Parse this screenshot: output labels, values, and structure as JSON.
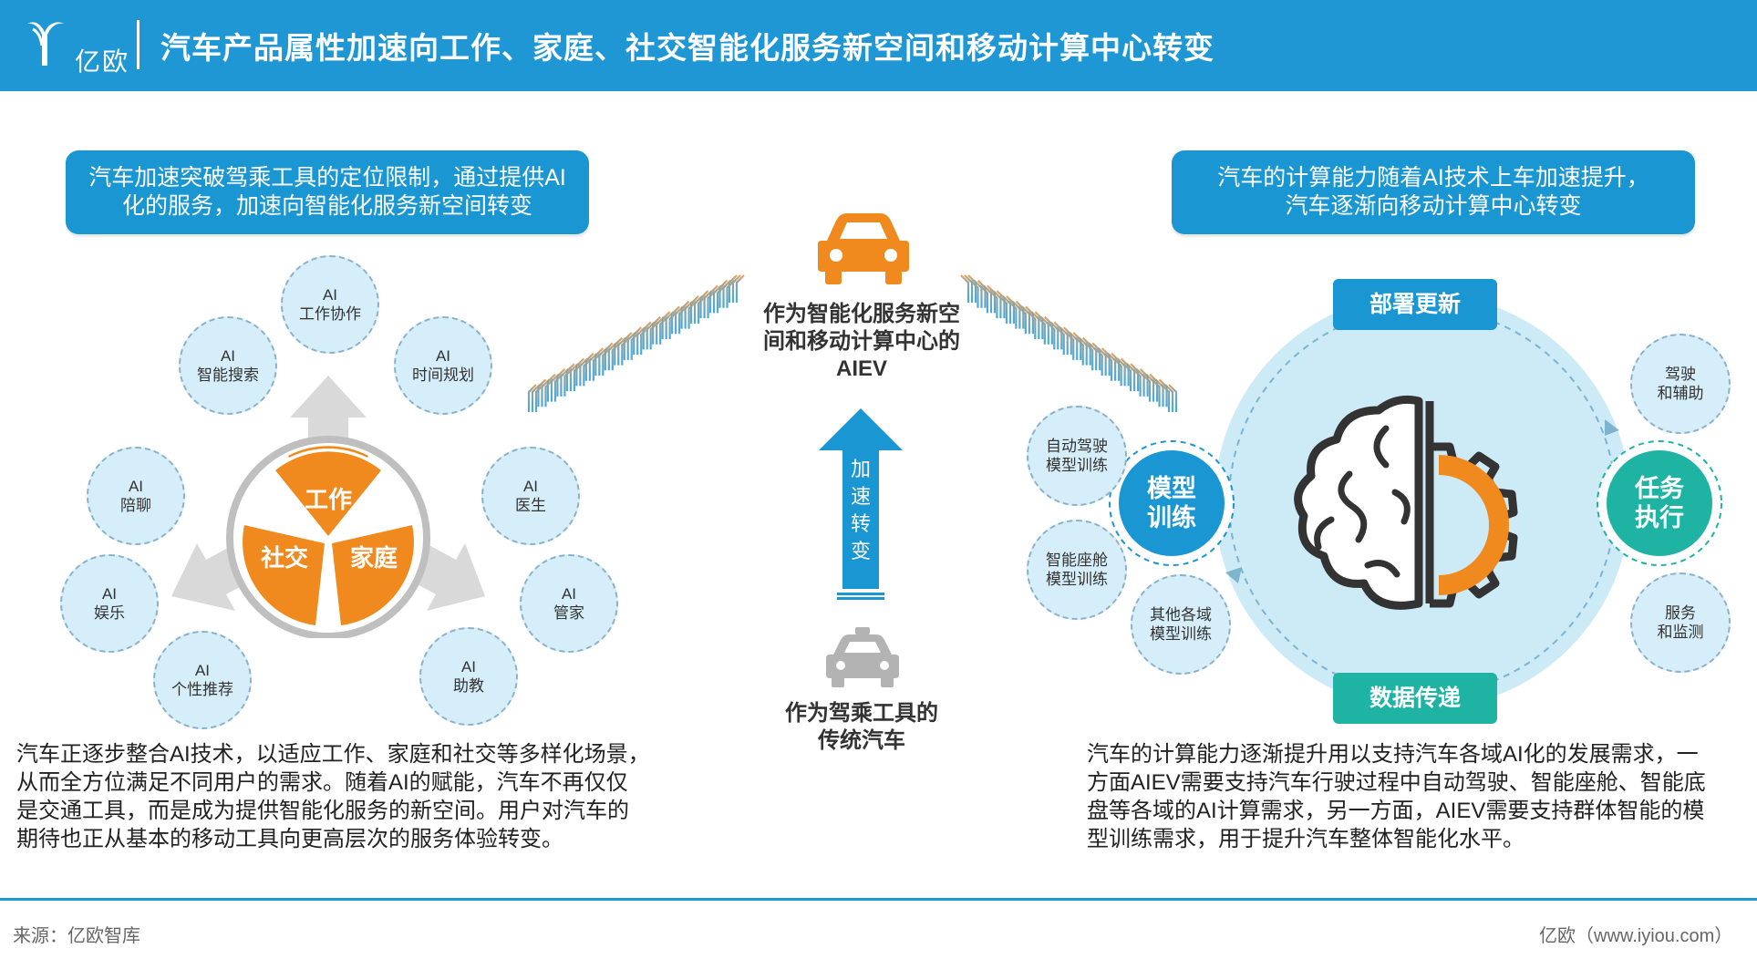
{
  "header": {
    "logo_text": "亿欧",
    "title": "汽车产品属性加速向工作、家庭、社交智能化服务新空间和移动计算中心转变"
  },
  "left": {
    "banner": [
      "汽车加速突破驾乘工具的定位限制，通过提供AI",
      "化的服务，加速向智能化服务新空间转变"
    ],
    "core": {
      "work": "工作",
      "social": "社交",
      "family": "家庭"
    },
    "bubbles": [
      {
        "l1": "AI",
        "l2": "工作协作"
      },
      {
        "l1": "AI",
        "l2": "智能搜索"
      },
      {
        "l1": "AI",
        "l2": "时间规划"
      },
      {
        "l1": "AI",
        "l2": "陪聊"
      },
      {
        "l1": "AI",
        "l2": "医生"
      },
      {
        "l1": "AI",
        "l2": "娱乐"
      },
      {
        "l1": "AI",
        "l2": "管家"
      },
      {
        "l1": "AI",
        "l2": "个性推荐"
      },
      {
        "l1": "AI",
        "l2": "助教"
      }
    ],
    "paragraph": [
      "汽车正逐步整合AI技术，以适应工作、家庭和社交等多样化场景，",
      "从而全方位满足不同用户的需求。随着AI的赋能，汽车不再仅仅",
      "是交通工具，而是成为提供智能化服务的新空间。用户对汽车的",
      "期待也正从基本的移动工具向更高层次的服务体验转变。"
    ]
  },
  "center": {
    "top_label": [
      "作为智能化服务新空",
      "间和移动计算中心的",
      "AIEV"
    ],
    "arrow_label": [
      "加",
      "速",
      "转",
      "变"
    ],
    "bottom_label": [
      "作为驾乘工具的",
      "传统汽车"
    ],
    "colors": {
      "orange": "#f08a1e",
      "blue": "#1a96d2",
      "gray": "#b3b3b3"
    }
  },
  "right": {
    "banner": [
      "汽车的计算能力随着AI技术上车加速提升，",
      "汽车逐渐向移动计算中心转变"
    ],
    "deploy_label": "部署更新",
    "data_label": "数据传递",
    "train_node": [
      "模型",
      "训练"
    ],
    "exec_node": [
      "任务",
      "执行"
    ],
    "bubbles": [
      {
        "l1": "自动驾驶",
        "l2": "模型训练"
      },
      {
        "l1": "智能座舱",
        "l2": "模型训练"
      },
      {
        "l1": "其他各域",
        "l2": "模型训练"
      },
      {
        "l1": "驾驶",
        "l2": "和辅助"
      },
      {
        "l1": "服务",
        "l2": "和监测"
      }
    ],
    "paragraph": [
      "汽车的计算能力逐渐提升用以支持汽车各域AI化的发展需求，一",
      "方面AIEV需要支持汽车行驶过程中自动驾驶、智能座舱、智能底",
      "盘等各域的AI计算需求，另一方面，AIEV需要支持群体智能的模",
      "型训练需求，用于提升汽车整体智能化水平。"
    ]
  },
  "footer": {
    "source": "来源：亿欧智库",
    "site": "亿欧（www.iyiou.com）"
  }
}
